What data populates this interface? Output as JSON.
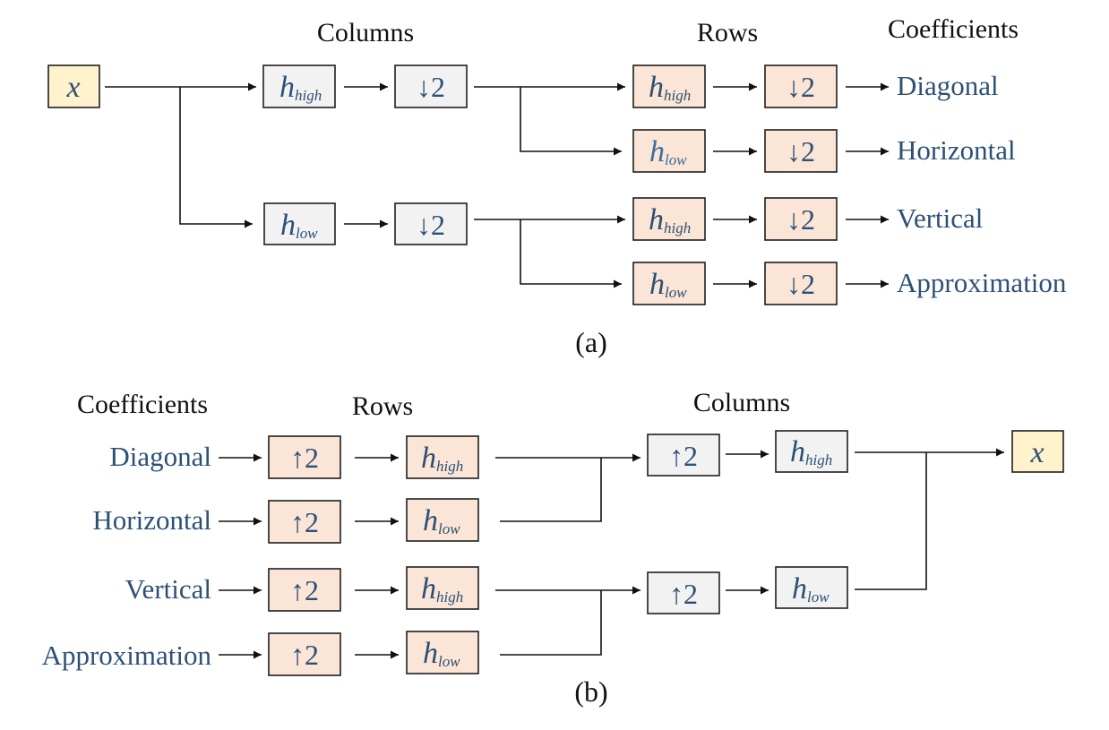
{
  "colors": {
    "input_box": "#fff2cc",
    "column_box": "#f2f2f2",
    "row_box": "#fbe5d6",
    "text_blue": "#2c5075",
    "arrow": "#111111"
  },
  "panel_a": {
    "headers": {
      "columns": "Columns",
      "rows": "Rows",
      "coefficients": "Coefficients"
    },
    "input": "x",
    "column_filters": [
      {
        "name": "high",
        "h": "h",
        "sub": "high",
        "op": "↓2"
      },
      {
        "name": "low",
        "h": "h",
        "sub": "low",
        "op": "↓2"
      }
    ],
    "row_filters": [
      {
        "h": "h",
        "sub": "high",
        "op": "↓2",
        "output": "Diagonal"
      },
      {
        "h": "h",
        "sub": "low",
        "op": "↓2",
        "output": "Horizontal"
      },
      {
        "h": "h",
        "sub": "high",
        "op": "↓2",
        "output": "Vertical"
      },
      {
        "h": "h",
        "sub": "low",
        "op": "↓2",
        "output": "Approximation"
      }
    ],
    "caption": "(a)"
  },
  "panel_b": {
    "headers": {
      "coefficients": "Coefficients",
      "rows": "Rows",
      "columns": "Columns"
    },
    "rows": [
      {
        "input": "Diagonal",
        "op": "↑2",
        "h": "h",
        "sub": "high"
      },
      {
        "input": "Horizontal",
        "op": "↑2",
        "h": "h",
        "sub": "low"
      },
      {
        "input": "Vertical",
        "op": "↑2",
        "h": "h",
        "sub": "high"
      },
      {
        "input": "Approximation",
        "op": "↑2",
        "h": "h",
        "sub": "low"
      }
    ],
    "column_stage": [
      {
        "op": "↑2",
        "h": "h",
        "sub": "high"
      },
      {
        "op": "↑2",
        "h": "h",
        "sub": "low"
      }
    ],
    "output": "x",
    "caption": "(b)"
  }
}
